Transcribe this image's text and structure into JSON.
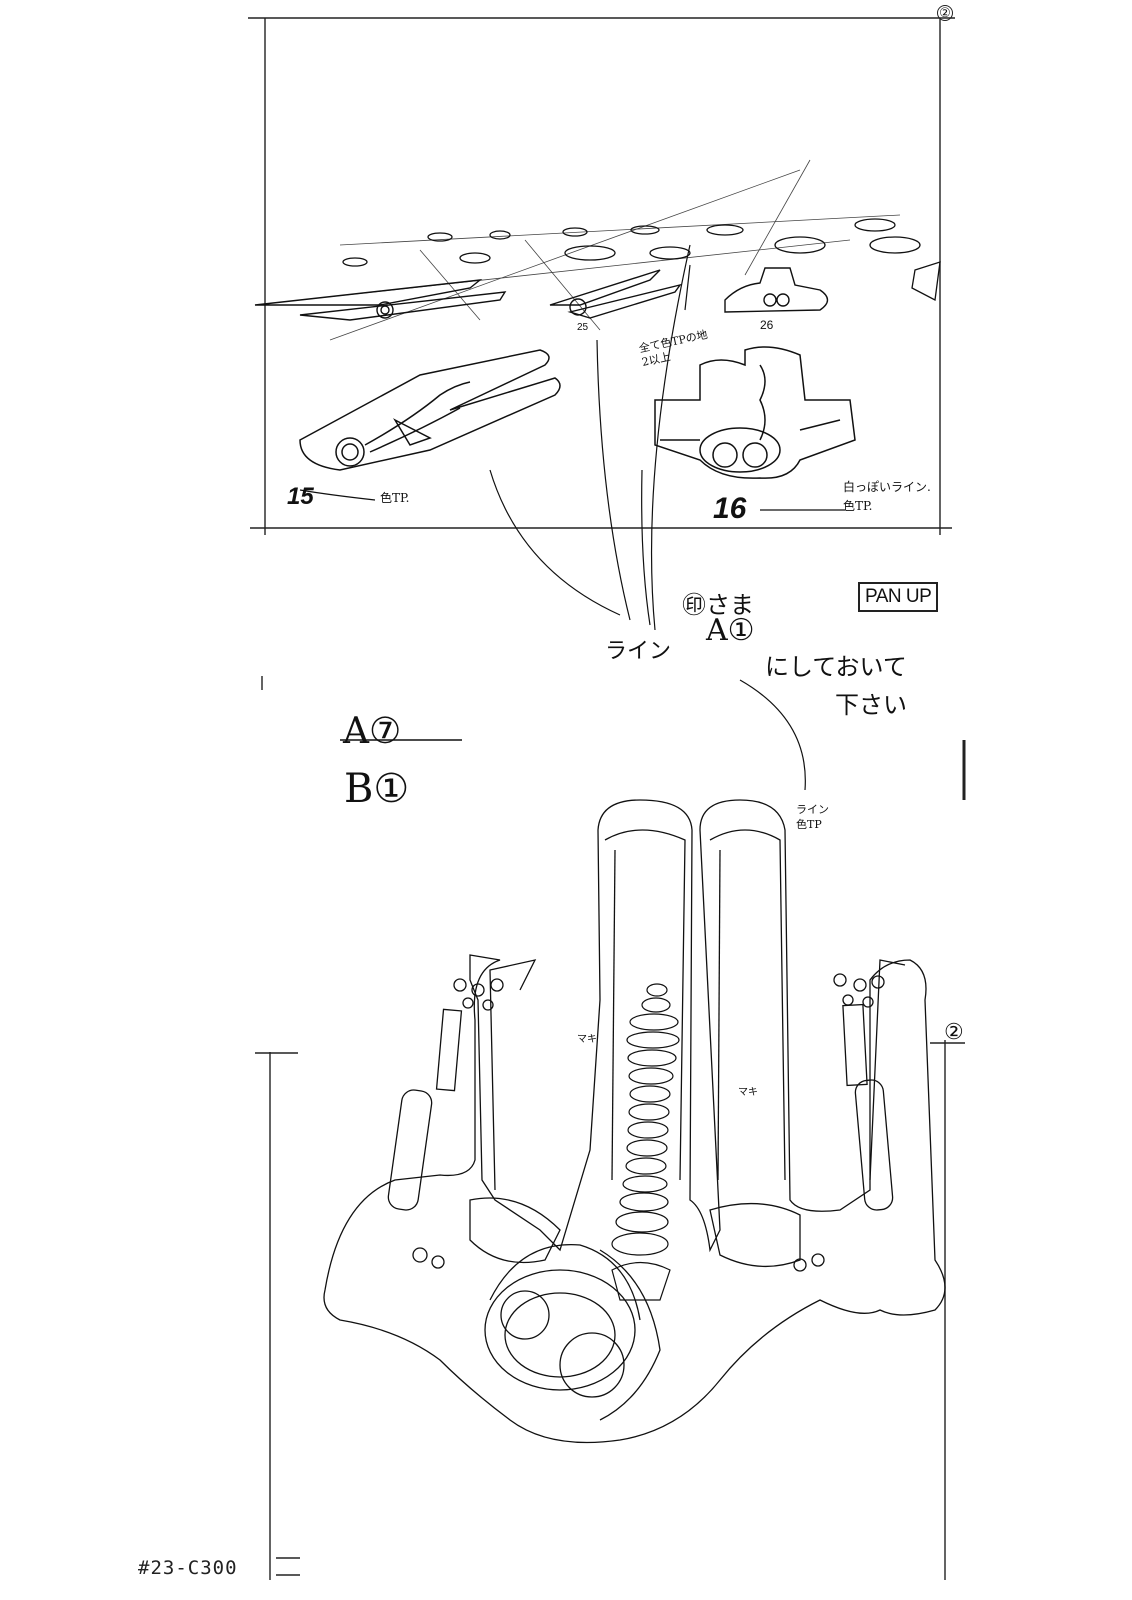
{
  "cut_id": "#23-C300",
  "marks": {
    "panup": "PAN UP",
    "page_top": "②",
    "page_right": "②"
  },
  "frame_numbers": {
    "top_left": "15",
    "top_right": "16",
    "small_25": "25",
    "small_26": "26"
  },
  "annotations": {
    "color_note_1": "色TP.",
    "color_note_2_line1": "白っぽいライン.",
    "color_note_2_line2": "色TP.",
    "all_same_line1": "全て色TPの地",
    "all_same_line2": "2以上",
    "move_note": "㊞さま",
    "a1_note": "A①",
    "line_note": "ライン",
    "combine_note": "にしておいて",
    "please_note": "下さい",
    "af_struck": "A⑦",
    "b1_note": "B①",
    "line2_line1": "ライン",
    "line2_line2": "色TP",
    "maki_1": "マキ",
    "maki_2": "マキ"
  },
  "colors": {
    "ink": "#111111",
    "paper": "#ffffff"
  }
}
